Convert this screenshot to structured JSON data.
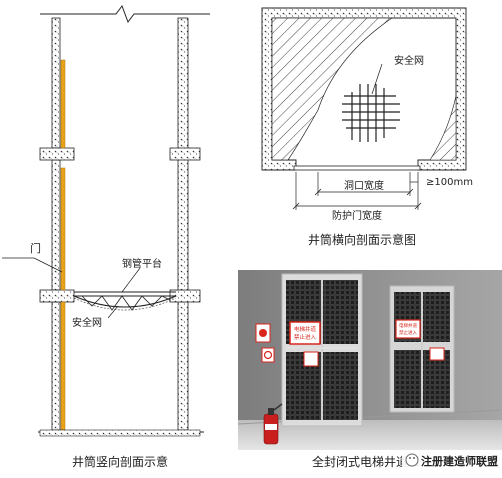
{
  "vertical_section": {
    "door_label": "门",
    "platform_label": "钢管平台",
    "net_label": "安全网",
    "caption": "井筒竖向剖面示意"
  },
  "horizontal_section": {
    "net_label": "安全网",
    "opening_width_label": "洞口宽度",
    "gap_label": "≥100mm",
    "door_width_label": "防护门宽度",
    "caption": "井筒横向剖面示意图"
  },
  "photo": {
    "sign_left_line1": "电梯井道",
    "sign_left_line2": "禁止进入",
    "sign_right_line1": "电梯井道",
    "sign_right_line2": "禁止进入",
    "caption": "全封闭式电梯井道口"
  },
  "watermark": {
    "text": "注册建造师联盟"
  },
  "colors": {
    "line": "#222222",
    "door_post": "#e8a218",
    "sign_red": "#d8261c",
    "wall_gray": "#8a8a8a",
    "mesh_dark": "#2b2b2b",
    "extinguisher": "#c81e1e"
  }
}
